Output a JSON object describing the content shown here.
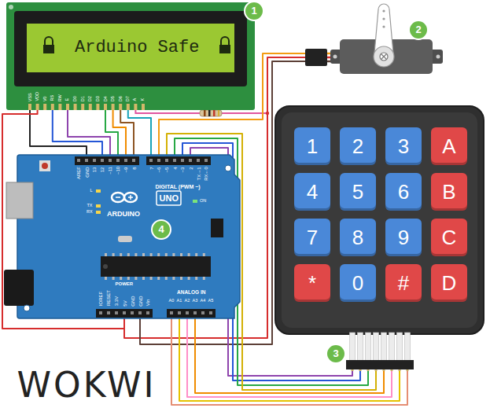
{
  "diagram": {
    "nodes": [
      {
        "text": [
          "Arduino Safe",
          "VSS",
          "VDD",
          "V0",
          "RS",
          "RW",
          "E",
          "D0",
          "D1",
          "D2",
          "D3",
          "D4",
          "D5",
          "D6",
          "D7",
          "A",
          "K"
        ]
      },
      {
        "text": []
      },
      {
        "text": []
      },
      {
        "text": [
          "1"
        ],
        "in": 2
      },
      {
        "text": [
          "2"
        ],
        "in": 2
      },
      {
        "text": [
          "3"
        ],
        "in": 2
      },
      {
        "text": [
          "A"
        ],
        "in": 2
      },
      {
        "text": [
          "4"
        ],
        "in": 2
      },
      {
        "text": [
          "5"
        ],
        "in": 2
      },
      {
        "text": [
          "6"
        ],
        "in": 2
      },
      {
        "text": [
          "B"
        ],
        "in": 2
      },
      {
        "text": [
          "7"
        ],
        "in": 2
      },
      {
        "text": [
          "8"
        ],
        "in": 2
      },
      {
        "text": [
          "9"
        ],
        "in": 2
      },
      {
        "text": [
          "C"
        ],
        "in": 2
      },
      {
        "text": [
          "*"
        ],
        "in": 2
      },
      {
        "text": [
          "0"
        ],
        "in": 2
      },
      {
        "text": [
          "#"
        ],
        "in": 2
      },
      {
        "text": [
          "D"
        ],
        "in": 2
      },
      {
        "text": [
          "AREF",
          "GND",
          "13",
          "12",
          "~11",
          "~10",
          "~9",
          "8",
          "DIGITAL (PWM ~)",
          "7",
          "~6",
          "~5",
          "4",
          "~3",
          "2",
          "TX→1",
          "RX←0",
          "L",
          "TX",
          "RX",
          "ARDUINO",
          "UNO",
          "ON",
          "IOREF",
          "RESET",
          "3.3V",
          "5V",
          "GND",
          "GND",
          "Vin",
          "POWER",
          "ANALOG IN",
          "A0",
          "A1",
          "A2",
          "A3",
          "A4",
          "A5"
        ]
      }
    ],
    "edges": [
      {
        "from": 0,
        "to": 19,
        "arrow": "none"
      },
      {
        "from": 0,
        "to": 19,
        "arrow": "none"
      },
      {
        "from": 0,
        "to": 19,
        "arrow": "none"
      },
      {
        "from": 0,
        "to": 19,
        "arrow": "none"
      },
      {
        "from": 0,
        "to": 19,
        "arrow": "none"
      },
      {
        "from": 0,
        "to": 19,
        "arrow": "none"
      },
      {
        "from": 0,
        "to": 19,
        "arrow": "none"
      },
      {
        "from": 0,
        "to": 19,
        "arrow": "none"
      },
      {
        "from": 1,
        "to": 19,
        "arrow": "none"
      },
      {
        "from": 1,
        "to": 19,
        "arrow": "none"
      },
      {
        "from": 1,
        "to": 19,
        "arrow": "none"
      },
      {
        "from": 2,
        "to": 19,
        "arrow": "none"
      },
      {
        "from": 2,
        "to": 19,
        "arrow": "none"
      },
      {
        "from": 2,
        "to": 19,
        "arrow": "none"
      },
      {
        "from": 2,
        "to": 19,
        "arrow": "none"
      },
      {
        "from": 2,
        "to": 19,
        "arrow": "none"
      },
      {
        "from": 2,
        "to": 19,
        "arrow": "none"
      },
      {
        "from": 2,
        "to": 19,
        "arrow": "none"
      },
      {
        "from": 2,
        "to": 19,
        "arrow": "none"
      }
    ],
    "labels": [
      "1",
      "2",
      "3",
      "4",
      "WOKWI"
    ]
  }
}
